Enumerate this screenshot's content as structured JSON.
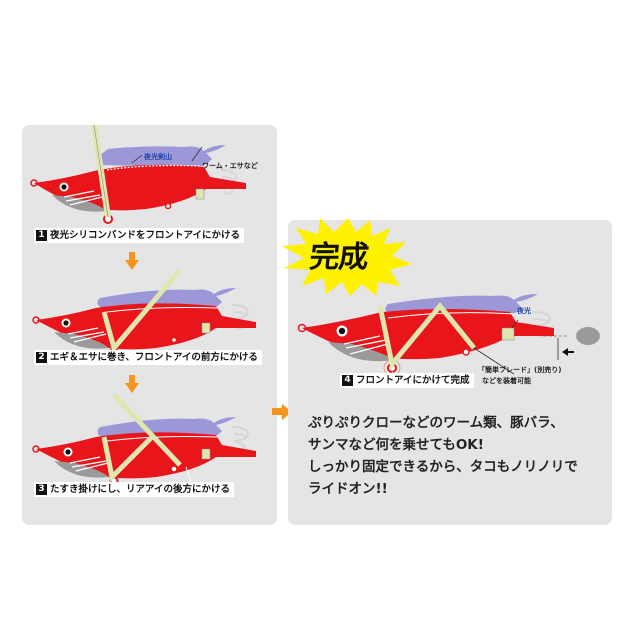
{
  "steps": [
    {
      "number": "1",
      "text": "夜光シリコンバンドをフロントアイにかける"
    },
    {
      "number": "2",
      "text": "エギ＆エサに巻き、フロントアイの前方にかける"
    },
    {
      "number": "3",
      "text": "たすき掛けにし、リアアイの後方にかける"
    },
    {
      "number": "4",
      "text": "フロントアイにかけて完成"
    }
  ],
  "annotations": {
    "glow_spine": "夜光剣山",
    "worm_bait": "ワーム・エサなど",
    "glow": "夜光",
    "blade_line1": "「簡単ブレード」(別売り)",
    "blade_line2": "などを装着可能"
  },
  "completion": {
    "burst_label": "完成"
  },
  "description": {
    "lines": [
      "ぷりぷりクローなどのワーム類、豚バラ、",
      "サンマなど何を乗せてもOK!",
      "しっかり固定できるから、タコもノリノリで",
      "ライドオン!!"
    ]
  },
  "colors": {
    "panel_bg": "#e5e5e5",
    "lure_red": "#e8161b",
    "bait_purple": "#9c97d6",
    "band": "#dfe6b0",
    "arrow_orange": "#f7941d",
    "burst_yellow": "#fff200",
    "annotation_blue": "#1f3fa8"
  }
}
